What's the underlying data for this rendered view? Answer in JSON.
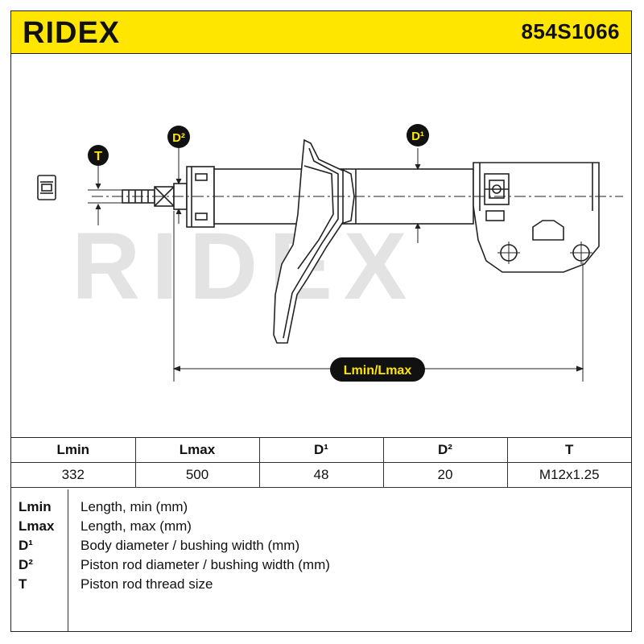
{
  "header": {
    "brand": "RIDEX",
    "part_number": "854S1066"
  },
  "drawing": {
    "watermark": "RIDEX",
    "labels": {
      "t": "T",
      "d1": "D¹",
      "d2": "D²",
      "length": "Lmin/Lmax"
    },
    "colors": {
      "brand_yellow": "#ffe600",
      "watermark_gray": "#e3e3e3",
      "line": "#222222"
    }
  },
  "table": {
    "headers": [
      "Lmin",
      "Lmax",
      "D¹",
      "D²",
      "T"
    ],
    "values": [
      "332",
      "500",
      "48",
      "20",
      "M12x1.25"
    ]
  },
  "legend": [
    {
      "key": "Lmin",
      "desc": "Length, min (mm)"
    },
    {
      "key": "Lmax",
      "desc": "Length, max (mm)"
    },
    {
      "key": "D¹",
      "desc": "Body diameter / bushing width (mm)"
    },
    {
      "key": "D²",
      "desc": "Piston rod diameter / bushing width (mm)"
    },
    {
      "key": "T",
      "desc": "Piston rod thread size"
    }
  ]
}
